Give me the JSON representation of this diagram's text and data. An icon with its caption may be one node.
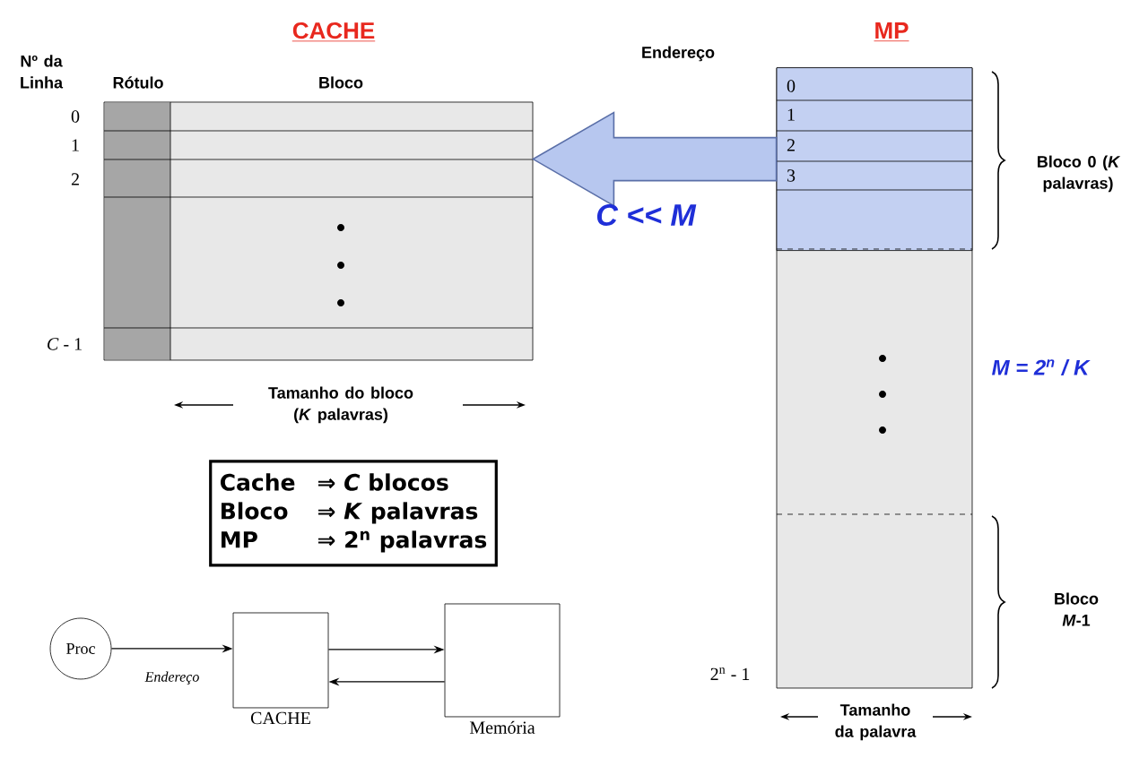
{
  "diagram": {
    "nodes": [
      {
        "text": [],
        "shape": "box"
      },
      {
        "text": [],
        "shape": "box"
      },
      {
        "text": [],
        "shape": "box",
        "in": 1
      },
      {
        "text": [
          "Cache",
          "⇒ *C* blocos",
          "Bloco",
          "⇒ *K* palavras",
          "MP",
          "⇒ 2$^{n}$ palavras"
        ]
      },
      {
        "text": [
          "Proc"
        ]
      },
      {
        "text": [
          "CACHE"
        ]
      },
      {
        "text": [
          "Memória"
        ]
      }
    ],
    "edges": [
      {
        "from": 2,
        "to": 0,
        "arrow": "to",
        "style": "thick",
        "color": "#b7c7ef"
      },
      {
        "from": 4,
        "to": 5,
        "arrow": "to",
        "label": "Endereço"
      },
      {
        "from": 6,
        "to": 5,
        "arrow": "to"
      },
      {
        "from": 5,
        "to": 6,
        "arrow": "to"
      }
    ],
    "labels": [
      "CACHE",
      "MP",
      "Nº da Linha",
      "Rótulo",
      "Bloco",
      "0",
      "1",
      "2",
      "*C* - 1",
      "Tamanho do bloco (*K* palavras)",
      "Endereço",
      "0",
      "1",
      "2",
      "3",
      "Bloco 0 (*K* palavras)",
      "C << M",
      "M = 2$^{n}$ / K",
      "Bloco *M*-1",
      "2$^{n}$ - 1",
      "Tamanho da palavra"
    ]
  }
}
